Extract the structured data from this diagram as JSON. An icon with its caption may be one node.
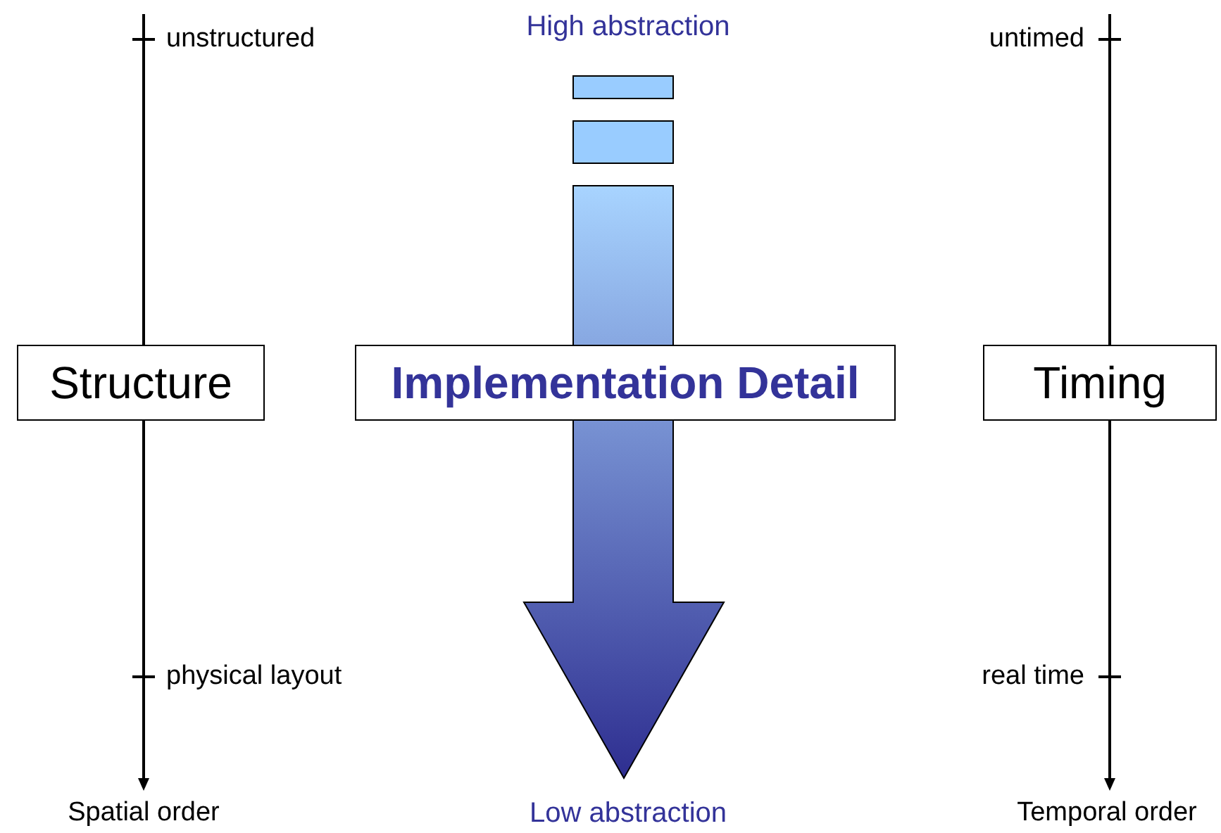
{
  "diagram": {
    "nodes": [
      {
        "text": [
          "Structure"
        ]
      },
      {
        "text": [
          "Implementation Detail"
        ]
      },
      {
        "text": [
          "Timing"
        ]
      }
    ],
    "labels": [
      "unstructured",
      "High abstraction",
      "untimed",
      "physical layout",
      "real time",
      "Spatial order",
      "Low abstraction",
      "Temporal order"
    ]
  }
}
